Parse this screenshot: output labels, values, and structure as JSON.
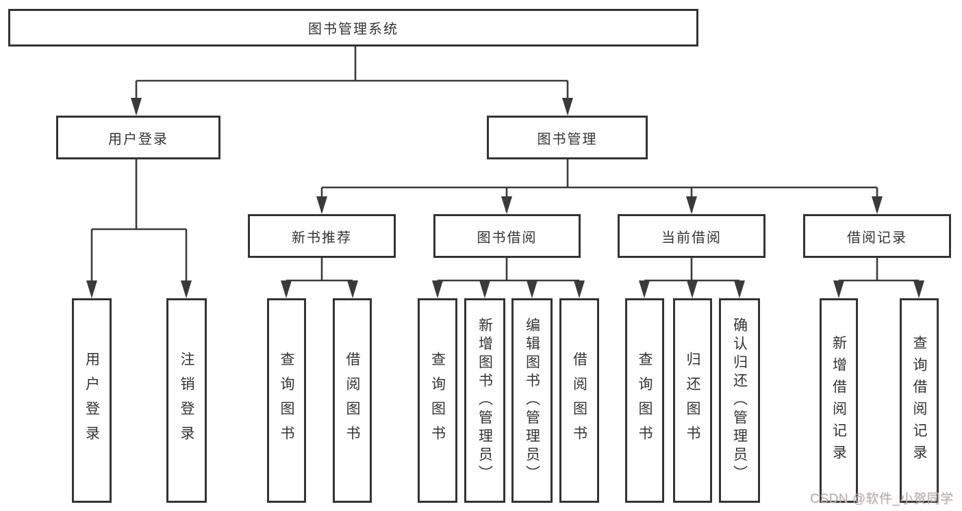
{
  "colors": {
    "background": "#ffffff",
    "line": "#3a3a3a",
    "box_border": "#333333",
    "text": "#333333",
    "watermark": "#b3b3b3"
  },
  "watermark": {
    "text": "CSDN @软件_小贺同学"
  },
  "tree": {
    "label": "图书管理系统",
    "children": [
      {
        "label": "用户登录",
        "children": [
          {
            "label": "用户登录"
          },
          {
            "label": "注销登录"
          }
        ]
      },
      {
        "label": "图书管理",
        "children": [
          {
            "label": "新书推荐",
            "children": [
              {
                "label": "查询图书"
              },
              {
                "label": "借阅图书"
              }
            ]
          },
          {
            "label": "图书借阅",
            "children": [
              {
                "label": "查询图书"
              },
              {
                "label": "新增图书（管理员）"
              },
              {
                "label": "编辑图书（管理员）"
              },
              {
                "label": "借阅图书"
              }
            ]
          },
          {
            "label": "当前借阅",
            "children": [
              {
                "label": "查询图书"
              },
              {
                "label": "归还图书"
              },
              {
                "label": "确认归还（管理员）"
              }
            ]
          },
          {
            "label": "借阅记录",
            "children": [
              {
                "label": "新增借阅记录"
              },
              {
                "label": "查询借阅记录"
              }
            ]
          }
        ]
      }
    ]
  }
}
